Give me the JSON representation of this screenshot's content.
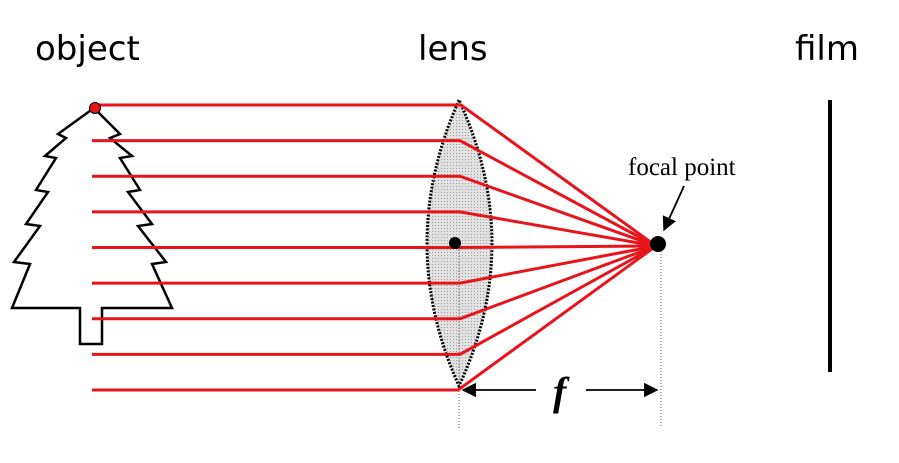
{
  "labels": {
    "object": "object",
    "lens": "lens",
    "film": "film",
    "focal_point": "focal point",
    "focal_length": "f"
  },
  "colors": {
    "ray": "#e8141c",
    "ink": "#000000",
    "lens_fill": "#d6d6d6",
    "object_point": "#e8141c"
  },
  "ray_count": 9
}
